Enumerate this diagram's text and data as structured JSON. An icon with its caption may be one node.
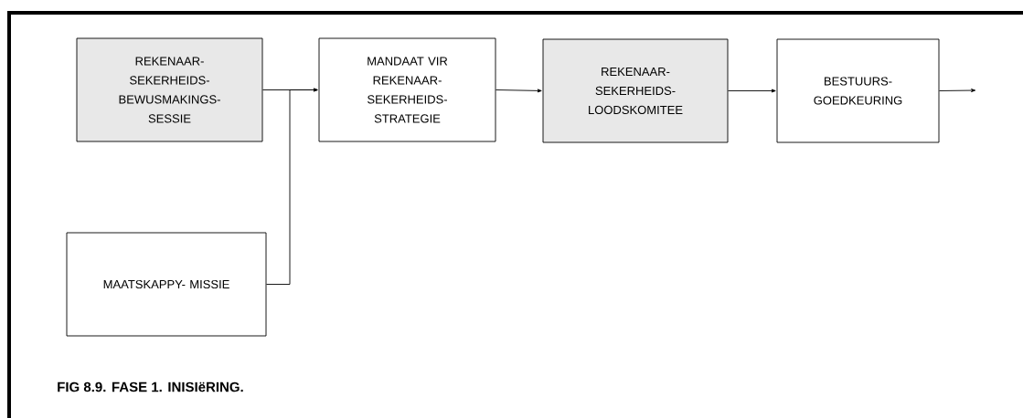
{
  "diagram": {
    "caption": "FIG 8.9. FASE 1. INISIëRING.",
    "nodes": [
      {
        "text": [
          "REKENAAR- SEKERHEIDS- BEWUSMAKINGS- SESSIE"
        ]
      },
      {
        "text": [
          "MANDAAT VIR REKENAAR- SEKERHEIDS- STRATEGIE"
        ]
      },
      {
        "text": [
          "REKENAAR- SEKERHEIDS- LOODSKOMITEE"
        ]
      },
      {
        "text": [
          "BESTUURS- GOEDKEURING"
        ]
      },
      {
        "text": [
          "MAATSKAPPY- MISSIE"
        ]
      }
    ],
    "edges": [
      {
        "from": 0,
        "to": 1,
        "arrow": "to"
      },
      {
        "from": 4,
        "to": 1,
        "arrow": "to"
      },
      {
        "from": 1,
        "to": 2,
        "arrow": "to"
      },
      {
        "from": 2,
        "to": 3,
        "arrow": "to"
      },
      {
        "from": 3,
        "to": null,
        "arrow": "to"
      }
    ]
  }
}
